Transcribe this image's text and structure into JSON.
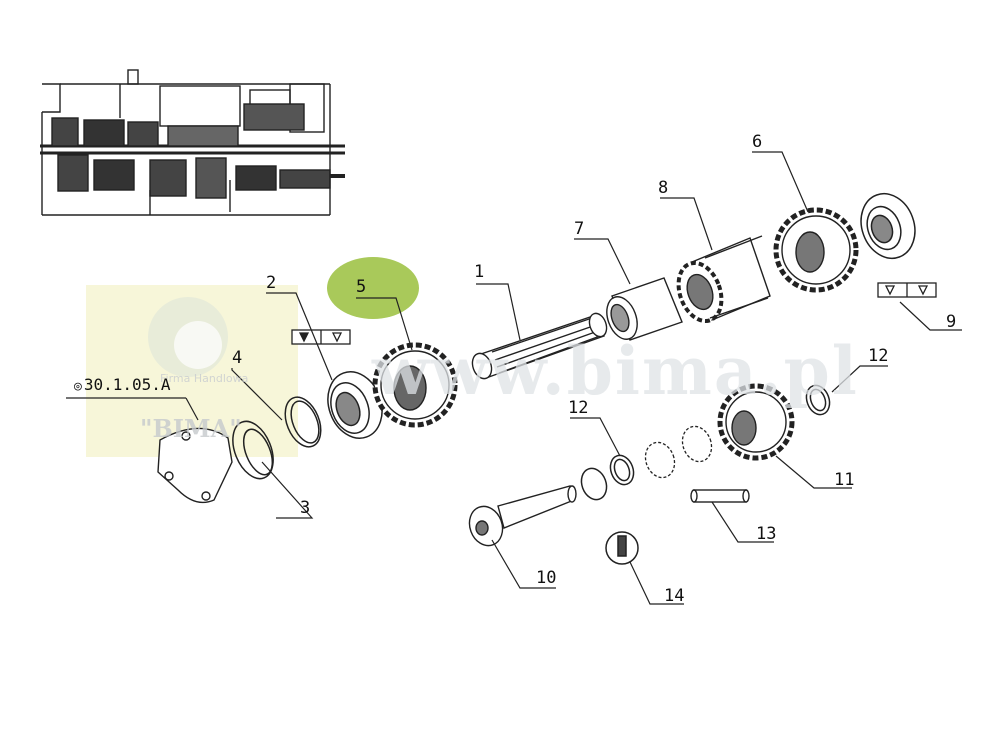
{
  "diagram": {
    "reference_code": "30.1.05.A",
    "watermark": {
      "url": "www.bima.pl",
      "subtitle": "Firma Handlowa",
      "name": "\"BIMA\""
    },
    "callouts": [
      {
        "id": "c1",
        "label": "1"
      },
      {
        "id": "c2",
        "label": "2"
      },
      {
        "id": "c3",
        "label": "3"
      },
      {
        "id": "c4",
        "label": "4"
      },
      {
        "id": "c5",
        "label": "5"
      },
      {
        "id": "c6",
        "label": "6"
      },
      {
        "id": "c7",
        "label": "7"
      },
      {
        "id": "c8",
        "label": "8"
      },
      {
        "id": "c9",
        "label": "9"
      },
      {
        "id": "c10",
        "label": "10"
      },
      {
        "id": "c11",
        "label": "11"
      },
      {
        "id": "c12a",
        "label": "12"
      },
      {
        "id": "c12b",
        "label": "12"
      },
      {
        "id": "c13",
        "label": "13"
      },
      {
        "id": "c14",
        "label": "14"
      }
    ],
    "highlighted_part": "5",
    "highlight_color": "#a9c95a",
    "watermark_color": "#f4f3c8"
  }
}
